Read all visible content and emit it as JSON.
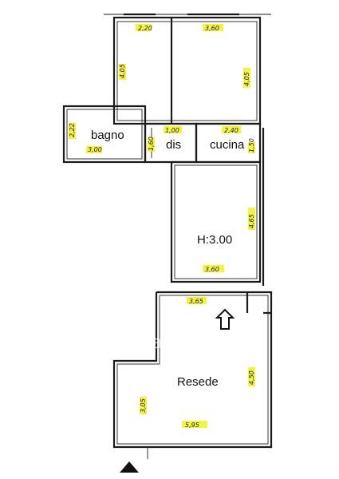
{
  "rooms": {
    "bagno": "bagno",
    "dis": "dis",
    "cucina": "cucina",
    "height": "H:3.00",
    "resede": "Resede"
  },
  "dimensions": {
    "top_left_width": "2,20",
    "top_right_width": "3,60",
    "top_left_height": "4,05",
    "top_right_height": "4,05",
    "bagno_height": "2,22",
    "bagno_width": "3,00",
    "dis_height": "1,60",
    "dis_width": "1,00",
    "cucina_width": "2,40",
    "cucina_height": "1,50",
    "living_height": "4,65",
    "living_width": "3,60",
    "resede_top_width": "3,65",
    "resede_right_height": "4,50",
    "resede_left_height": "3,05",
    "resede_bottom_width": "5,95"
  },
  "watermark": "casa.it",
  "colors": {
    "highlight": "#f2f21a",
    "wall": "#1a1a1a"
  }
}
